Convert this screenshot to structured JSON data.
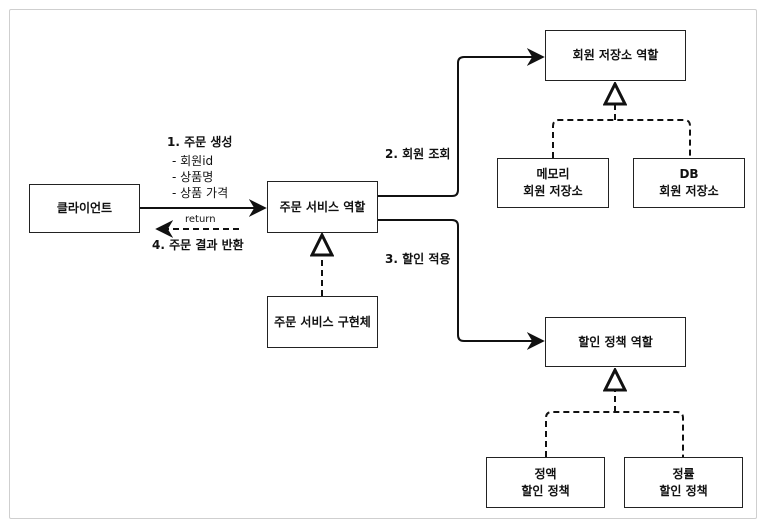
{
  "boxes": {
    "client": "클라이언트",
    "order_service_role": "주문 서비스 역할",
    "order_service_impl": "주문 서비스 구현체",
    "member_repo_role": "회원 저장소 역할",
    "memory_repo": {
      "line1": "메모리",
      "line2": "회원 저장소"
    },
    "db_repo": {
      "line1": "DB",
      "line2": "회원 저장소"
    },
    "discount_policy_role": "할인 정책 역할",
    "fixed_discount": {
      "line1": "정액",
      "line2": "할인 정책"
    },
    "rate_discount": {
      "line1": "정률",
      "line2": "할인 정책"
    }
  },
  "labels": {
    "create_order": "1. 주문 생성",
    "param_member_id": "- 회원id",
    "param_item_name": "- 상품명",
    "param_item_price": "- 상품 가격",
    "return": "return",
    "return_result": "4. 주문 결과 반환",
    "member_lookup": "2. 회원 조회",
    "apply_discount": "3. 할인 적용"
  }
}
